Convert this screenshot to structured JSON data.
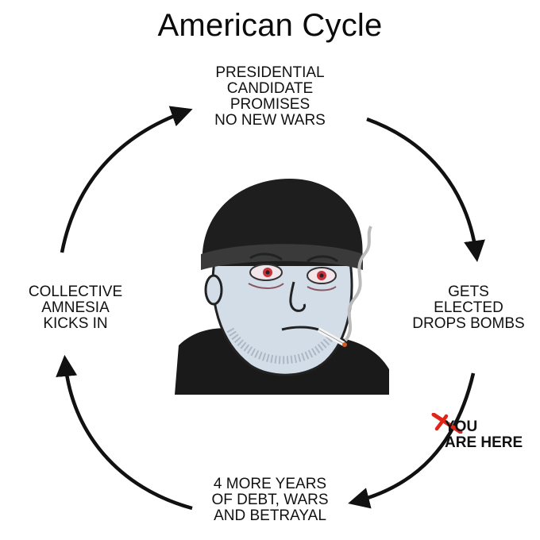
{
  "title": "American Cycle",
  "steps": {
    "top": "PRESIDENTIAL\nCANDIDATE\nPROMISES\nNO NEW WARS",
    "right": "GETS\nELECTED\nDROPS BOMBS",
    "bottom": "4 MORE YEARS\nOF DEBT, WARS\nAND BETRAYAL",
    "left": "COLLECTIVE\nAMNESIA\nKICKS IN"
  },
  "marker": {
    "text": "YOU\nARE HERE",
    "color": "#e0261b"
  },
  "colors": {
    "arrow": "#111111",
    "beanie": "#1e1e1e",
    "skin": "#d3dde8",
    "hoodie": "#1a1a1a",
    "eye_red": "#c8323c"
  },
  "center_image": "sad-wojak-smoking-beanie"
}
